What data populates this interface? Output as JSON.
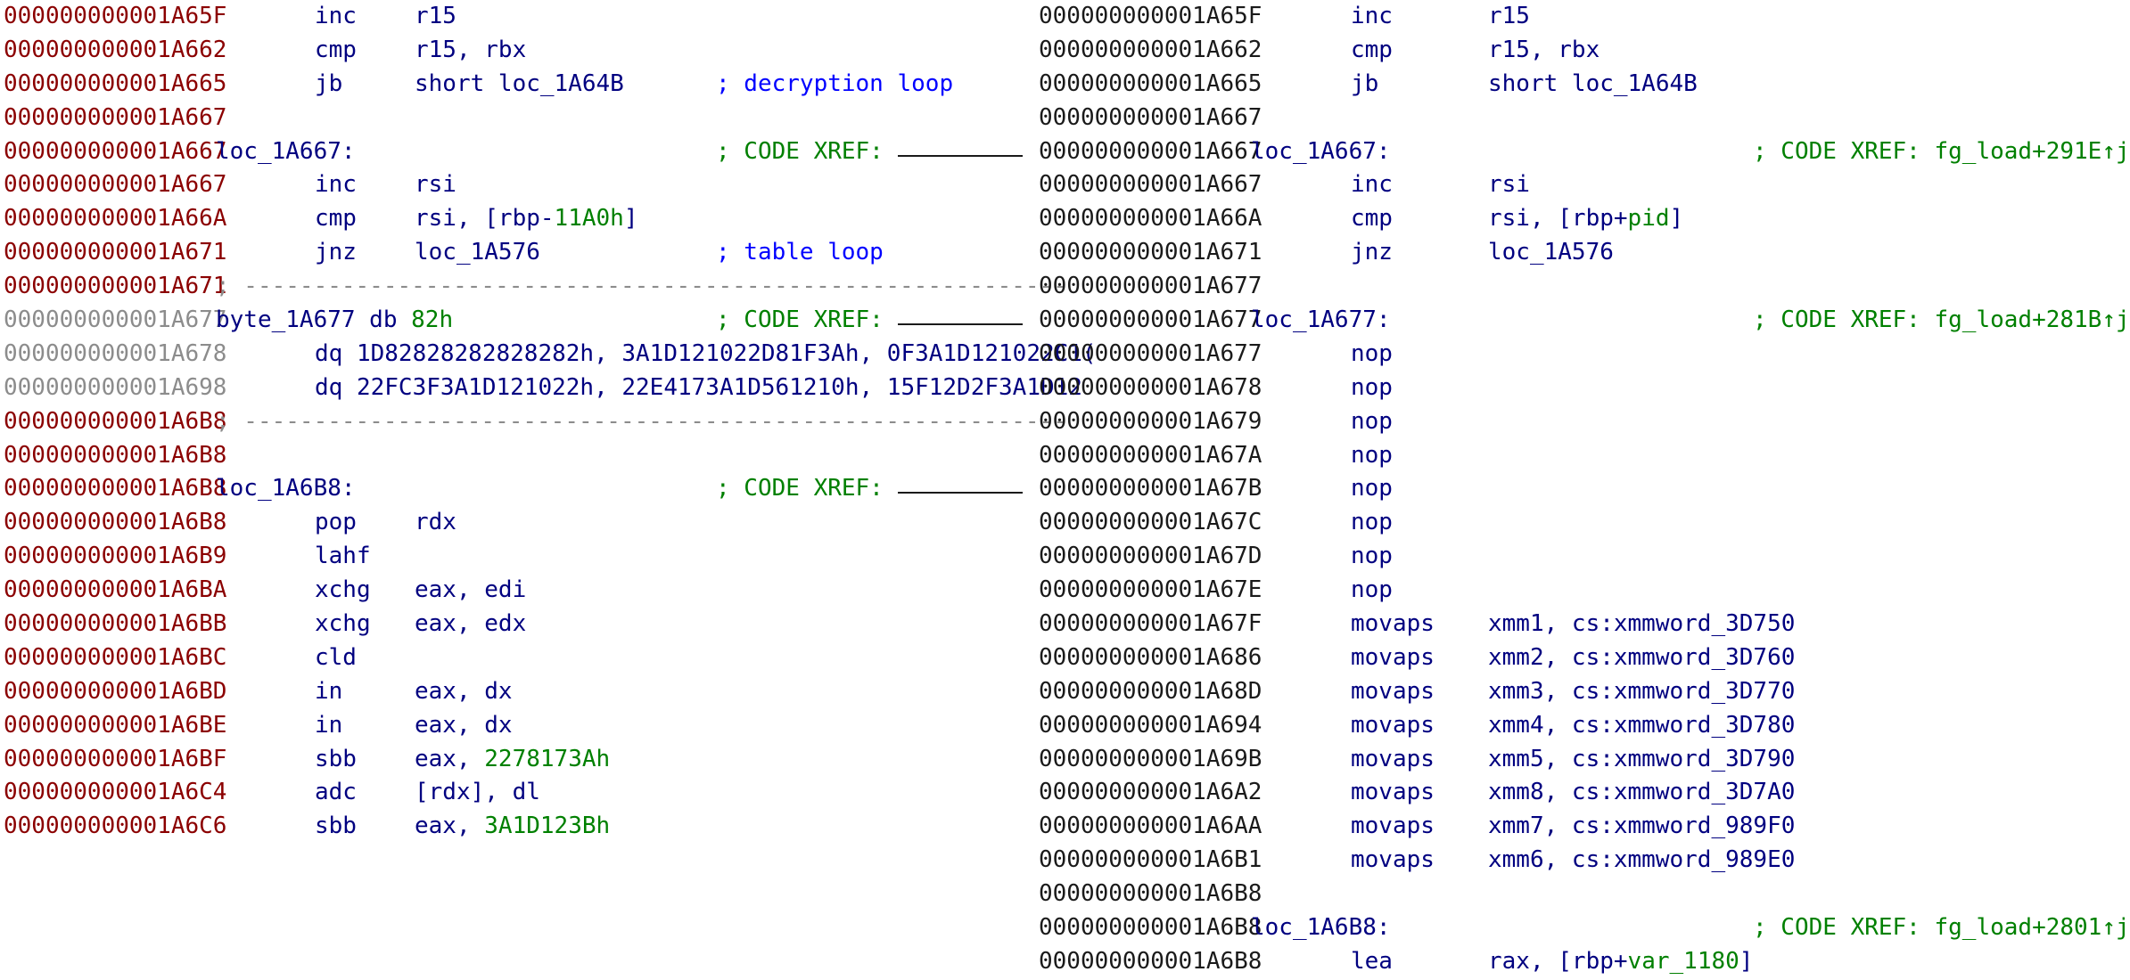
{
  "left": {
    "rows": [
      {
        "addr": "000000000001A65F",
        "mn": "inc",
        "ops": "r15"
      },
      {
        "addr": "000000000001A662",
        "mn": "cmp",
        "ops": "r15, rbx"
      },
      {
        "addr": "000000000001A665",
        "mn": "jb",
        "ops": "short loc_1A64B",
        "comment": "; decryption loop"
      },
      {
        "addr": "000000000001A667"
      },
      {
        "addr": "000000000001A667",
        "label": "loc_1A667:",
        "comment": "; CODE XREF:"
      },
      {
        "addr": "000000000001A667",
        "mn": "inc",
        "ops": "rsi"
      },
      {
        "addr": "000000000001A66A",
        "mn": "cmp",
        "ops_a": "rsi, [rbp-",
        "ops_num": "11A0h",
        "ops_b": "]"
      },
      {
        "addr": "000000000001A671",
        "mn": "jnz",
        "ops": "loc_1A576",
        "comment": "; table loop"
      },
      {
        "addr": "000000000001A671",
        "sep": "; -----------------------------------------------------------"
      },
      {
        "addr": "000000000001A677",
        "gray": true,
        "label_a": "byte_1A677 db ",
        "label_num": "82h",
        "comment": "; CODE XREF:"
      },
      {
        "addr": "000000000001A678",
        "gray": true,
        "data": "dq 1D82828282828282h, 3A1D121022D81F3Ah, 0F3A1D121022C1("
      },
      {
        "addr": "000000000001A698",
        "gray": true,
        "data": "dq 22FC3F3A1D121022h, 22E4173A1D561210h, 15F12D2F3A1D12"
      },
      {
        "addr": "000000000001A6B8",
        "sep": "; -----------------------------------------------------------"
      },
      {
        "addr": "000000000001A6B8"
      },
      {
        "addr": "000000000001A6B8",
        "label": "loc_1A6B8:",
        "comment": "; CODE XREF:"
      },
      {
        "addr": "000000000001A6B8",
        "mn": "pop",
        "ops": "rdx"
      },
      {
        "addr": "000000000001A6B9",
        "mn": "lahf"
      },
      {
        "addr": "000000000001A6BA",
        "mn": "xchg",
        "ops": "eax, edi"
      },
      {
        "addr": "000000000001A6BB",
        "mn": "xchg",
        "ops": "eax, edx"
      },
      {
        "addr": "000000000001A6BC",
        "mn": "cld"
      },
      {
        "addr": "000000000001A6BD",
        "mn": "in",
        "ops": "eax, dx"
      },
      {
        "addr": "000000000001A6BE",
        "mn": "in",
        "ops": "eax, dx"
      },
      {
        "addr": "000000000001A6BF",
        "mn": "sbb",
        "ops_a": "eax, ",
        "ops_num": "2278173Ah"
      },
      {
        "addr": "000000000001A6C4",
        "mn": "adc",
        "ops": "[rdx], dl"
      },
      {
        "addr": "000000000001A6C6",
        "mn": "sbb",
        "ops_a": "eax, ",
        "ops_num": "3A1D123Bh"
      }
    ]
  },
  "right": {
    "rows": [
      {
        "addr": "000000000001A65F",
        "mn": "inc",
        "ops": "r15"
      },
      {
        "addr": "000000000001A662",
        "mn": "cmp",
        "ops": "r15, rbx"
      },
      {
        "addr": "000000000001A665",
        "mn": "jb",
        "ops": "short loc_1A64B"
      },
      {
        "addr": "000000000001A667"
      },
      {
        "addr": "000000000001A667",
        "label": "loc_1A667:",
        "comment": "; CODE XREF: fg_load+291E↑j"
      },
      {
        "addr": "000000000001A667",
        "mn": "inc",
        "ops": "rsi"
      },
      {
        "addr": "000000000001A66A",
        "mn": "cmp",
        "ops_a": "rsi, [rbp+",
        "ops_num": "pid",
        "ops_b": "]"
      },
      {
        "addr": "000000000001A671",
        "mn": "jnz",
        "ops": "loc_1A576"
      },
      {
        "addr": "000000000001A677"
      },
      {
        "addr": "000000000001A677",
        "label": "loc_1A677:",
        "comment": "; CODE XREF: fg_load+281B↑j"
      },
      {
        "addr": "000000000001A677",
        "mn": "nop"
      },
      {
        "addr": "000000000001A678",
        "mn": "nop"
      },
      {
        "addr": "000000000001A679",
        "mn": "nop"
      },
      {
        "addr": "000000000001A67A",
        "mn": "nop"
      },
      {
        "addr": "000000000001A67B",
        "mn": "nop"
      },
      {
        "addr": "000000000001A67C",
        "mn": "nop"
      },
      {
        "addr": "000000000001A67D",
        "mn": "nop"
      },
      {
        "addr": "000000000001A67E",
        "mn": "nop"
      },
      {
        "addr": "000000000001A67F",
        "mn": "movaps",
        "ops": "xmm1, cs:xmmword_3D750"
      },
      {
        "addr": "000000000001A686",
        "mn": "movaps",
        "ops": "xmm2, cs:xmmword_3D760"
      },
      {
        "addr": "000000000001A68D",
        "mn": "movaps",
        "ops": "xmm3, cs:xmmword_3D770"
      },
      {
        "addr": "000000000001A694",
        "mn": "movaps",
        "ops": "xmm4, cs:xmmword_3D780"
      },
      {
        "addr": "000000000001A69B",
        "mn": "movaps",
        "ops": "xmm5, cs:xmmword_3D790"
      },
      {
        "addr": "000000000001A6A2",
        "mn": "movaps",
        "ops": "xmm8, cs:xmmword_3D7A0"
      },
      {
        "addr": "000000000001A6AA",
        "mn": "movaps",
        "ops": "xmm7, cs:xmmword_989F0"
      },
      {
        "addr": "000000000001A6B1",
        "mn": "movaps",
        "ops": "xmm6, cs:xmmword_989E0"
      },
      {
        "addr": "000000000001A6B8"
      },
      {
        "addr": "000000000001A6B8",
        "label": "loc_1A6B8:",
        "comment": "; CODE XREF: fg_load+2801↑j"
      },
      {
        "addr": "000000000001A6B8",
        "mn": "lea",
        "ops_a": "rax, [rbp+",
        "ops_num": "var_1180",
        "ops_b": "]"
      }
    ]
  }
}
